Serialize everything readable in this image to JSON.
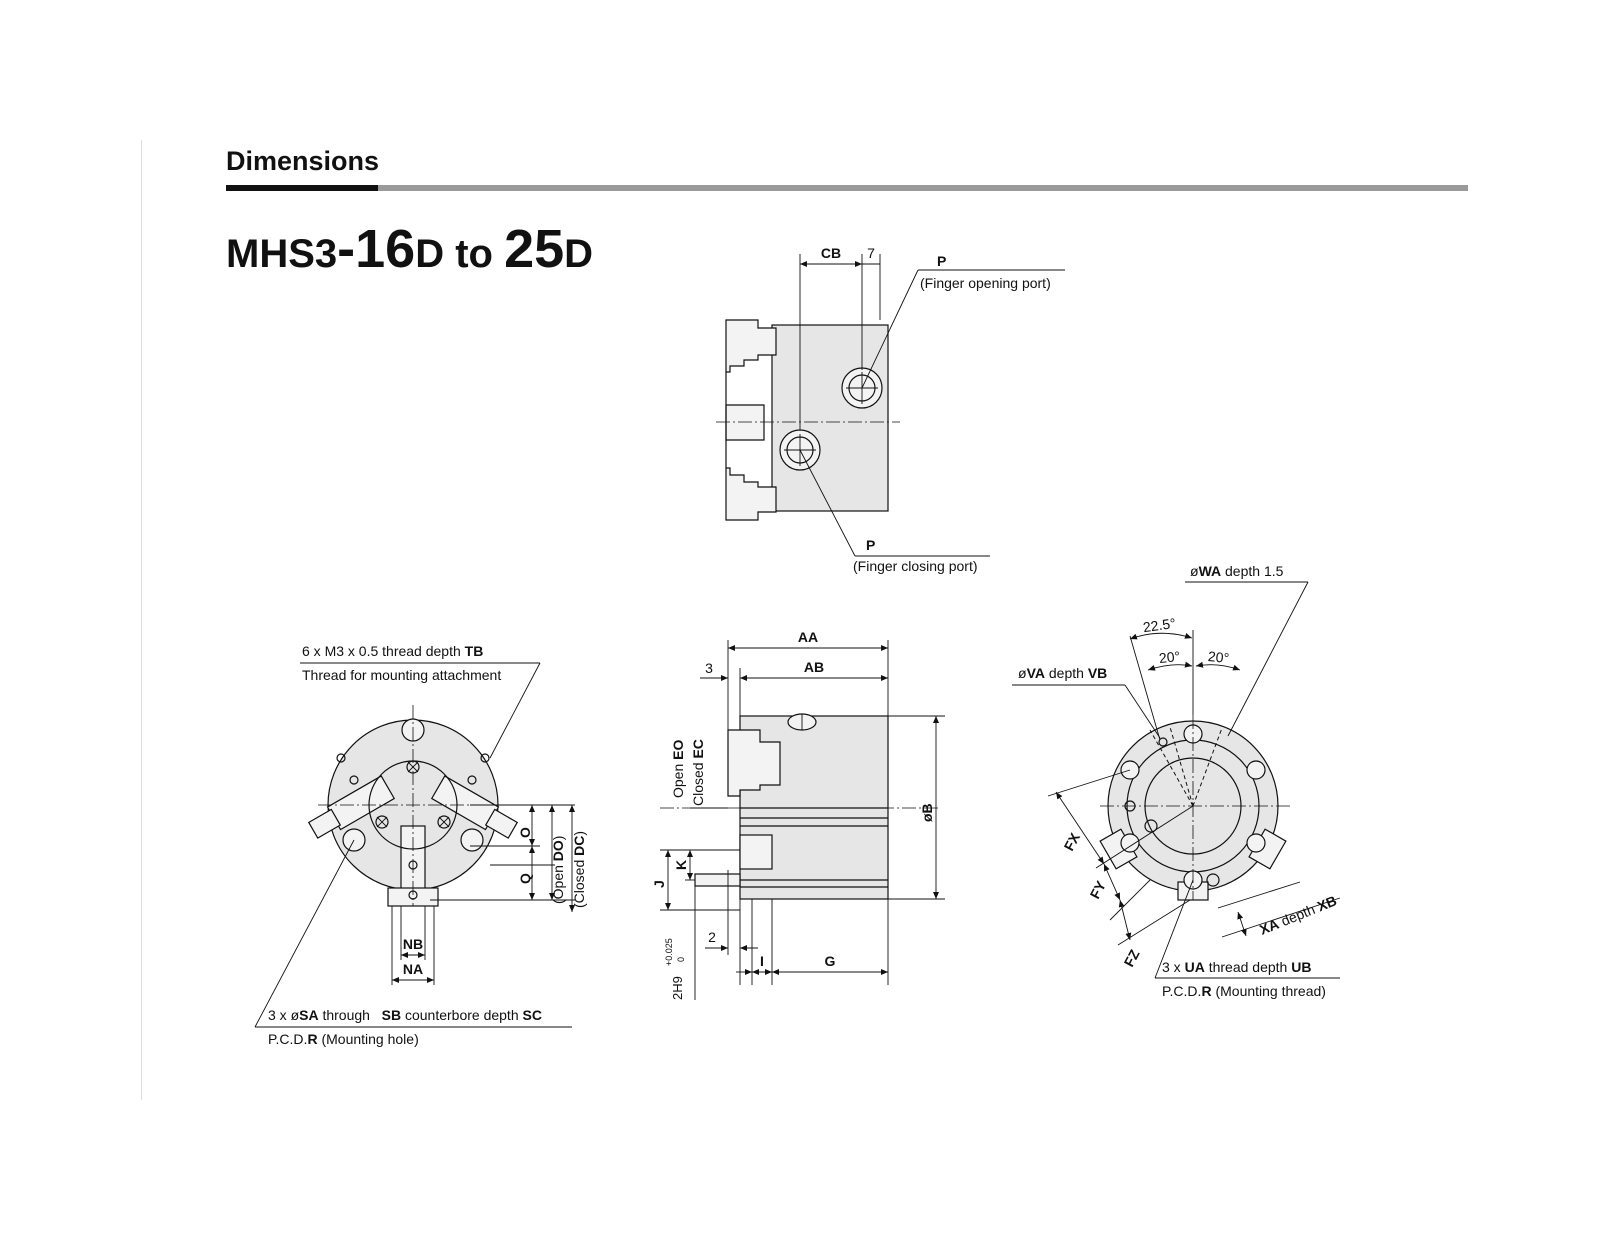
{
  "header": {
    "section_title": "Dimensions",
    "model_prefix": "MHS3",
    "model_dash": "-",
    "model_from": "16",
    "model_suffix_a": "D",
    "model_to_word": " to ",
    "model_to": "25",
    "model_suffix_b": "D"
  },
  "top_view": {
    "dim_cb": "CB",
    "dim_7": "7",
    "port_open_code": "P",
    "port_open_desc": "(Finger opening port)",
    "port_close_code": "P",
    "port_close_desc": "(Finger closing port)"
  },
  "front_view": {
    "thread_note_prefix": "6 x M3 x 0.5 thread depth ",
    "thread_note_code": "TB",
    "thread_note_line2": "Thread for mounting attachment",
    "dim_o": "O",
    "dim_q": "Q",
    "dim_do_prefix": "(Open ",
    "dim_do_code": "DO",
    "dim_do_suffix": ")",
    "dim_dc_prefix": "(Closed ",
    "dim_dc_code": "DC",
    "dim_dc_suffix": ")",
    "dim_nb": "NB",
    "dim_na": "NA",
    "hole_note_a": "3 x ø",
    "hole_note_sa": "SA",
    "hole_note_b": " through   ",
    "hole_note_sb": "SB",
    "hole_note_c": " counterbore depth ",
    "hole_note_sc": "SC",
    "hole_note_line2_a": "P.C.D.",
    "hole_note_line2_r": "R",
    "hole_note_line2_b": " (Mounting hole)"
  },
  "side_view": {
    "dim_aa": "AA",
    "dim_ab": "AB",
    "dim_3": "3",
    "open_label": "Open ",
    "open_code": "EO",
    "closed_label": "Closed ",
    "closed_code": "EC",
    "dim_b": "øB",
    "dim_j": "J",
    "dim_k": "K",
    "dim_2": "2",
    "dim_i": "I",
    "dim_g": "G",
    "fit": "2H9",
    "fit_upper": "+0.025",
    "fit_lower": "0"
  },
  "rear_view": {
    "wa_a": "ø",
    "wa_code": "WA",
    "wa_b": " depth 1.5",
    "va_a": "ø",
    "va_code": "VA",
    "va_b": " depth ",
    "va_code2": "VB",
    "angle_225": "22.5°",
    "angle_20a": "20°",
    "angle_20b": "20°",
    "dim_fx": "FX",
    "dim_fy": "FY",
    "dim_fz": "FZ",
    "xa_code": "XA",
    "xa_mid": " depth ",
    "xa_code2": "XB",
    "ua_a": "3 x ",
    "ua_code": "UA",
    "ua_b": " thread depth ",
    "ua_code2": "UB",
    "pcd_a": "P.C.D.",
    "pcd_r": "R",
    "pcd_b": " (Mounting thread)"
  }
}
